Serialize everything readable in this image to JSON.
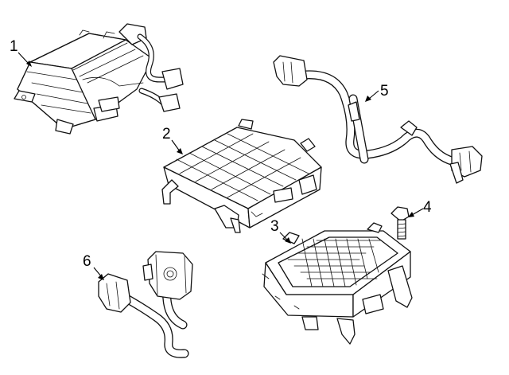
{
  "diagram": {
    "callouts": [
      {
        "id": "1",
        "label": "1"
      },
      {
        "id": "2",
        "label": "2"
      },
      {
        "id": "3",
        "label": "3"
      },
      {
        "id": "4",
        "label": "4"
      },
      {
        "id": "5",
        "label": "5"
      },
      {
        "id": "6",
        "label": "6"
      }
    ]
  },
  "colors": {
    "line": "#111111",
    "background": "#ffffff"
  }
}
